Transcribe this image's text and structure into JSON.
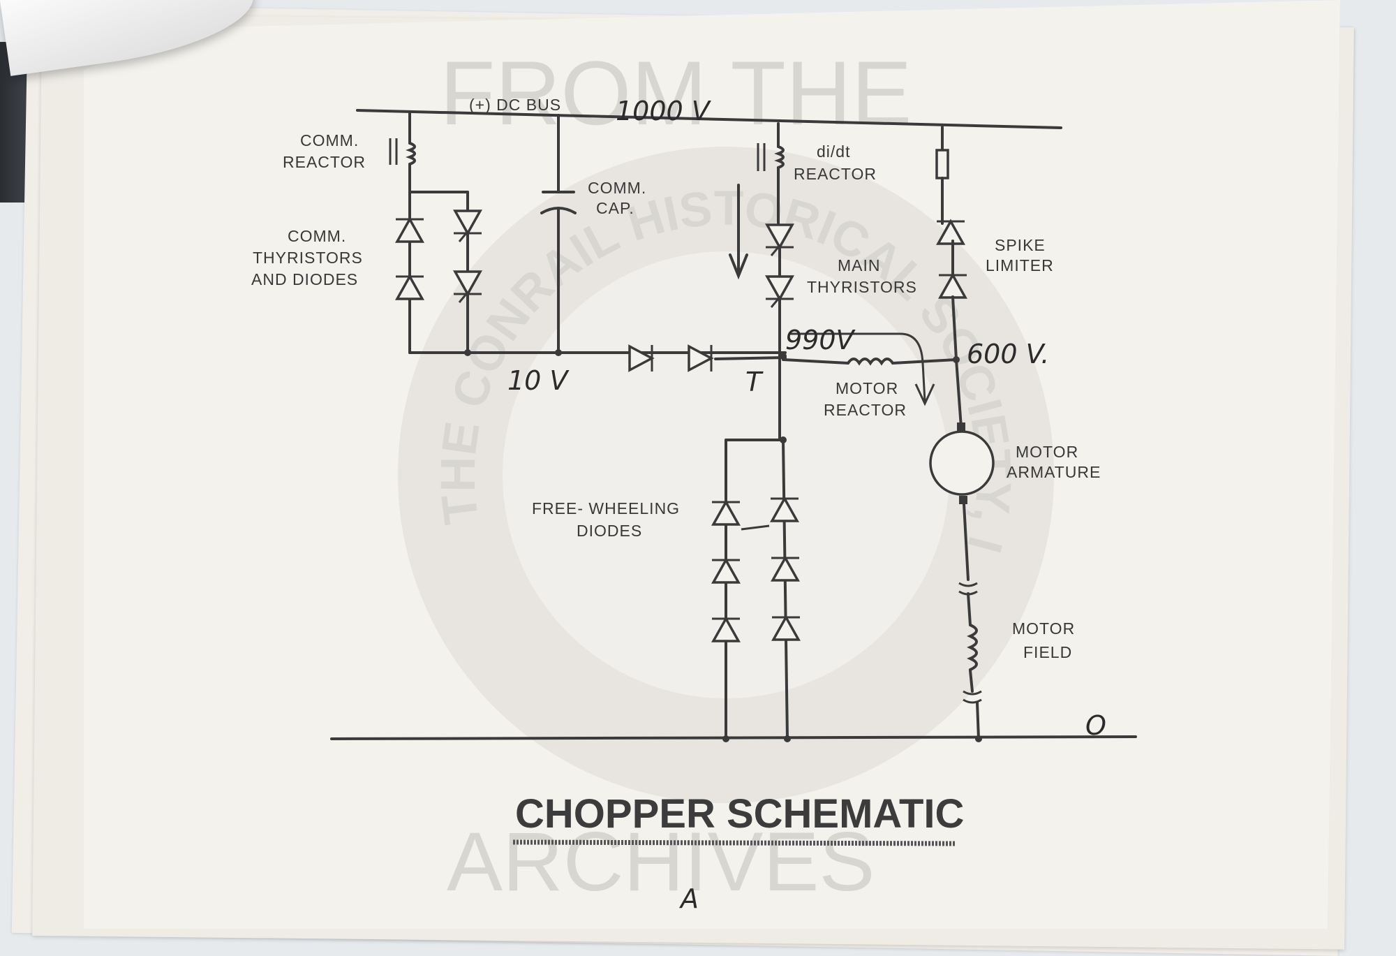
{
  "diagram": {
    "watermark_top": "FROM THE",
    "watermark_bottom": "ARCHIVES",
    "seal_text": "THE CONRAIL HISTORICAL SOCIETY, INC.",
    "labels": {
      "dc_bus": "(+) DC BUS",
      "comm_reactor_1": "COMM.",
      "comm_reactor_2": "REACTOR",
      "comm_thyristors_1": "COMM.",
      "comm_thyristors_2": "THYRISTORS",
      "comm_thyristors_3": "AND DIODES",
      "comm_cap_1": "COMM.",
      "comm_cap_2": "CAP.",
      "didt_1": "di/dt",
      "didt_2": "REACTOR",
      "main_1": "MAIN",
      "main_2": "THYRISTORS",
      "spike_1": "SPIKE",
      "spike_2": "LIMITER",
      "motor_reactor_1": "MOTOR",
      "motor_reactor_2": "REACTOR",
      "free_1": "FREE- WHEELING",
      "free_2": "DIODES",
      "armature_1": "MOTOR",
      "armature_2": "ARMATURE",
      "field_1": "MOTOR",
      "field_2": "FIELD"
    },
    "handwritten": {
      "v_bus": "1000 V",
      "v_low": "10 V",
      "v_main": "990V",
      "v_motor": "600 V.",
      "t_mark": "T",
      "ground_o": "O",
      "sheet_letter": "A"
    },
    "title": "CHOPPER SCHEMATIC"
  }
}
